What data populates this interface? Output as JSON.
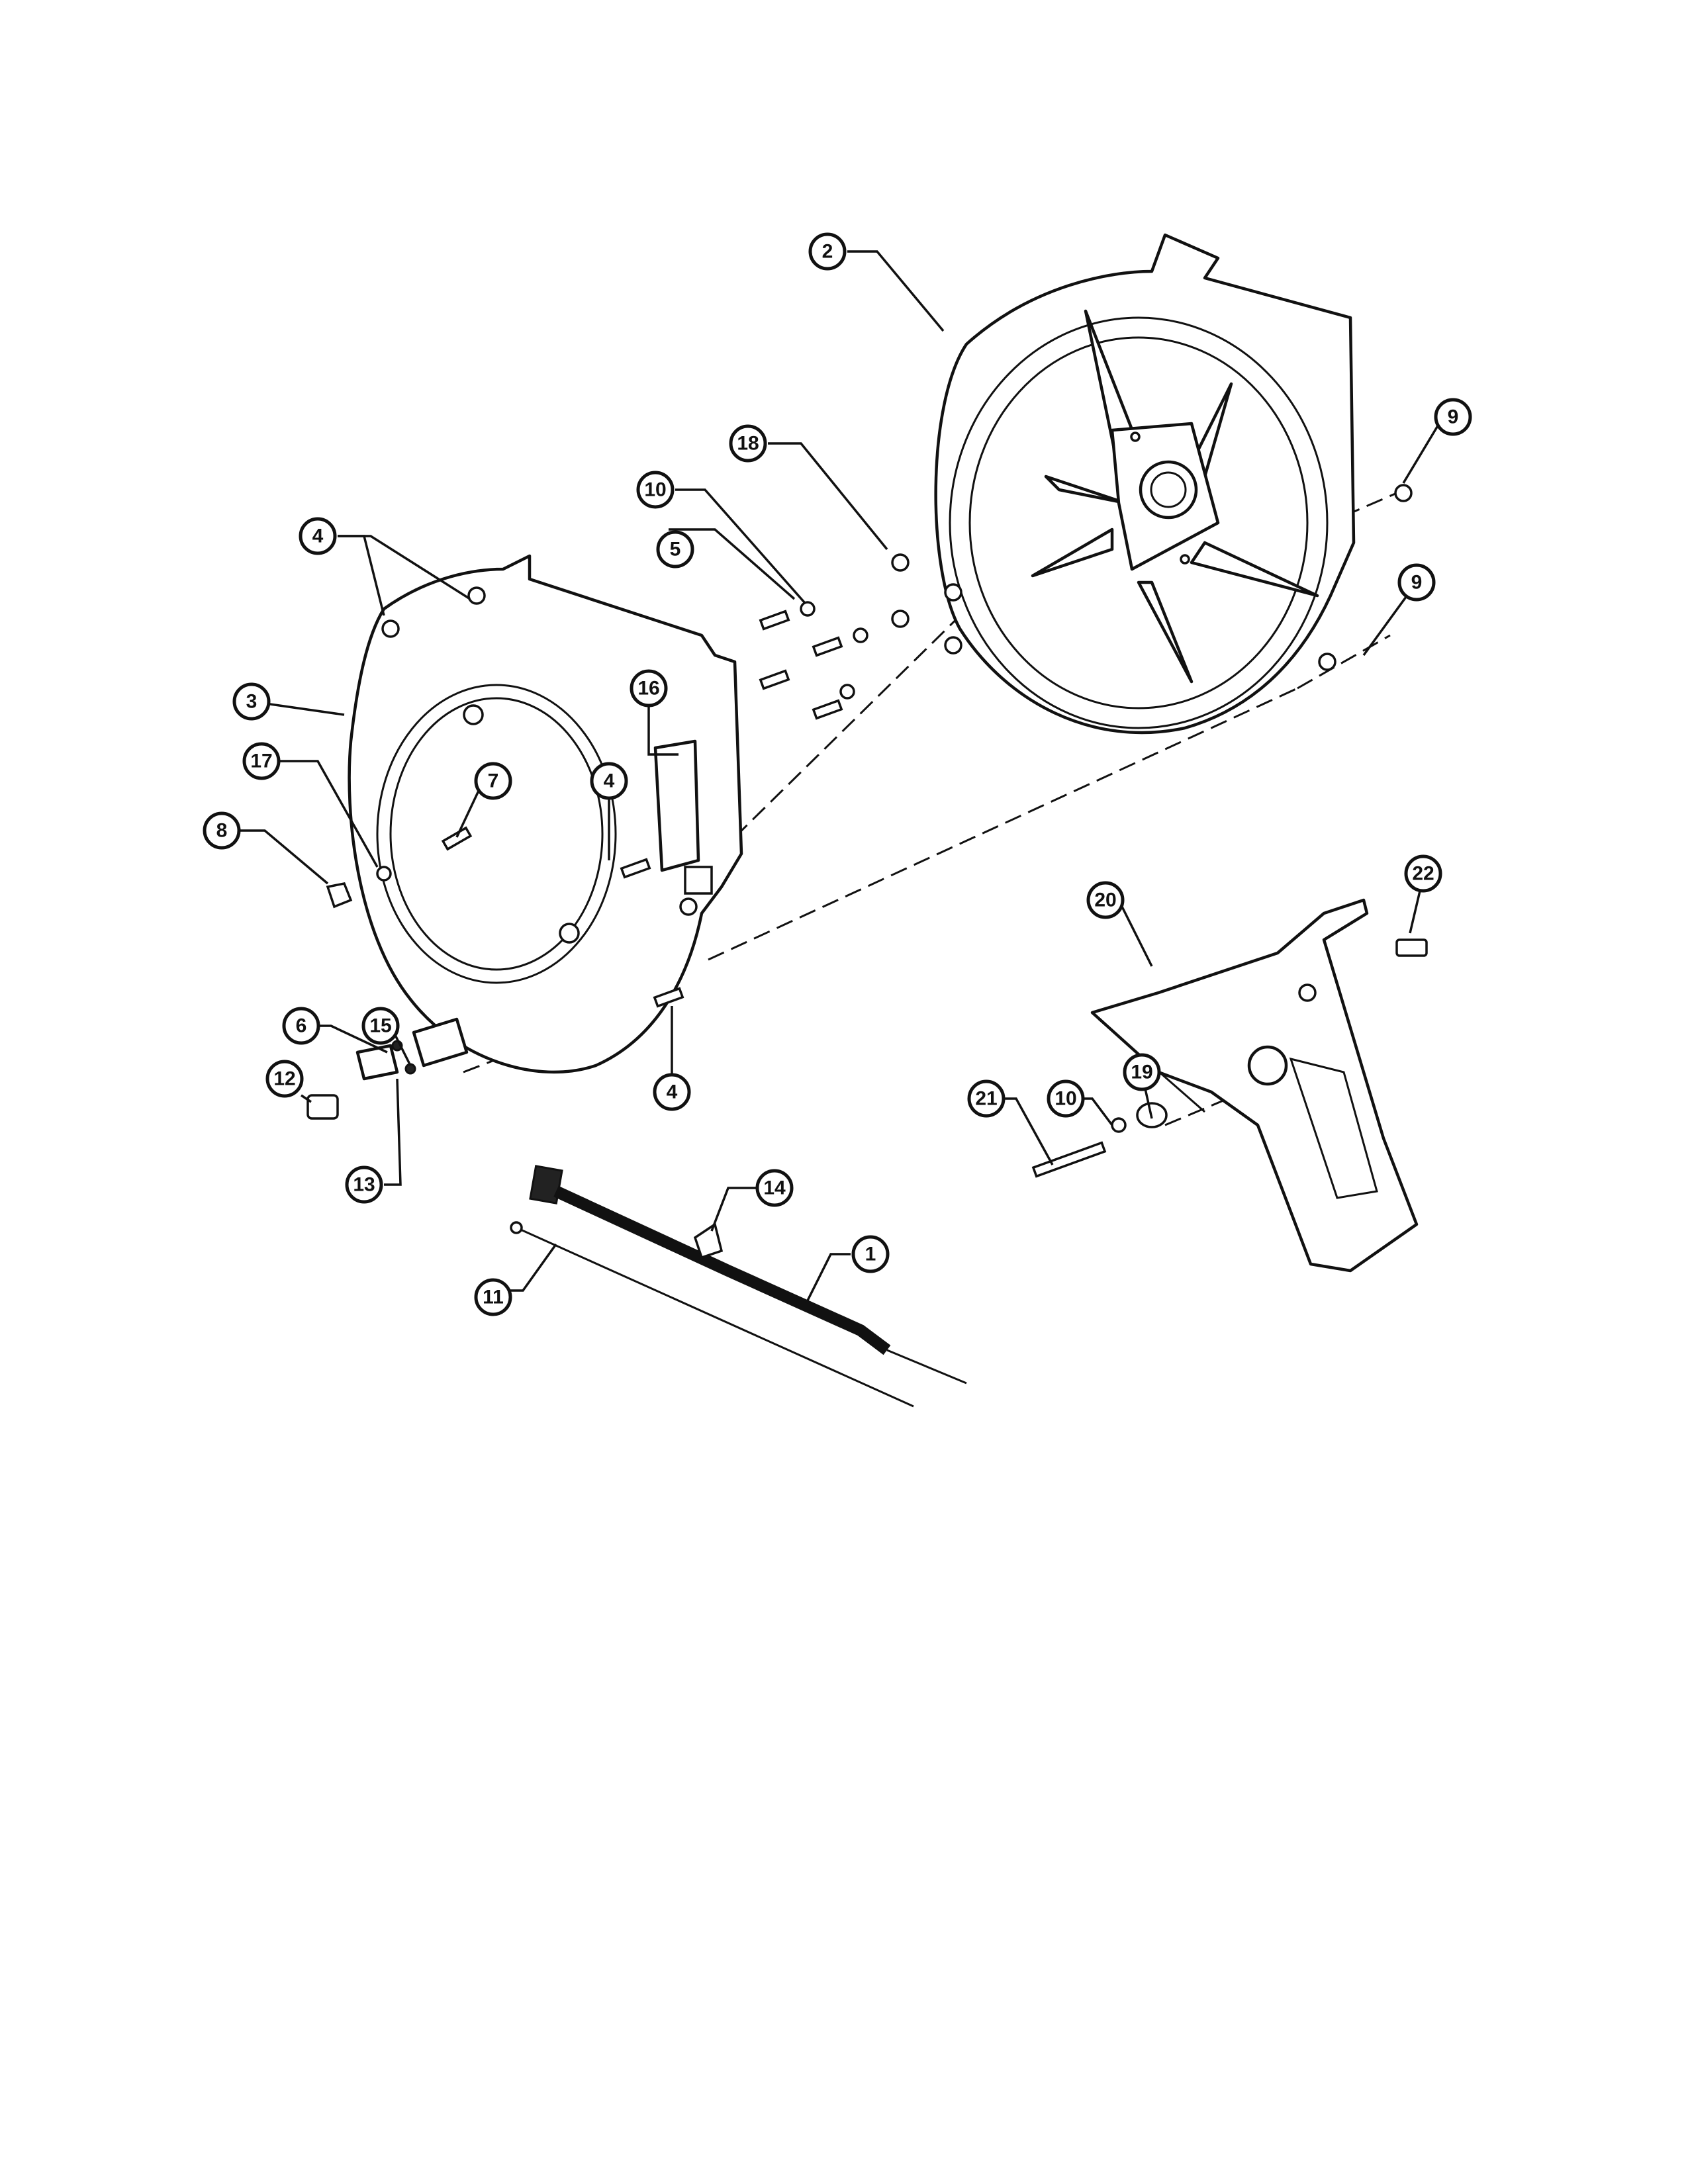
{
  "diagram": {
    "callouts": [
      {
        "id": "c1",
        "label": "1"
      },
      {
        "id": "c2",
        "label": "2"
      },
      {
        "id": "c3",
        "label": "3"
      },
      {
        "id": "c4a",
        "label": "4"
      },
      {
        "id": "c4b",
        "label": "4"
      },
      {
        "id": "c4c",
        "label": "4"
      },
      {
        "id": "c5",
        "label": "5"
      },
      {
        "id": "c6",
        "label": "6"
      },
      {
        "id": "c7",
        "label": "7"
      },
      {
        "id": "c8",
        "label": "8"
      },
      {
        "id": "c9a",
        "label": "9"
      },
      {
        "id": "c9b",
        "label": "9"
      },
      {
        "id": "c10a",
        "label": "10"
      },
      {
        "id": "c10b",
        "label": "10"
      },
      {
        "id": "c11",
        "label": "11"
      },
      {
        "id": "c12",
        "label": "12"
      },
      {
        "id": "c13",
        "label": "13"
      },
      {
        "id": "c14",
        "label": "14"
      },
      {
        "id": "c15",
        "label": "15"
      },
      {
        "id": "c16",
        "label": "16"
      },
      {
        "id": "c17",
        "label": "17"
      },
      {
        "id": "c18",
        "label": "18"
      },
      {
        "id": "c19",
        "label": "19"
      },
      {
        "id": "c20",
        "label": "20"
      },
      {
        "id": "c21",
        "label": "21"
      },
      {
        "id": "c22",
        "label": "22"
      }
    ]
  }
}
